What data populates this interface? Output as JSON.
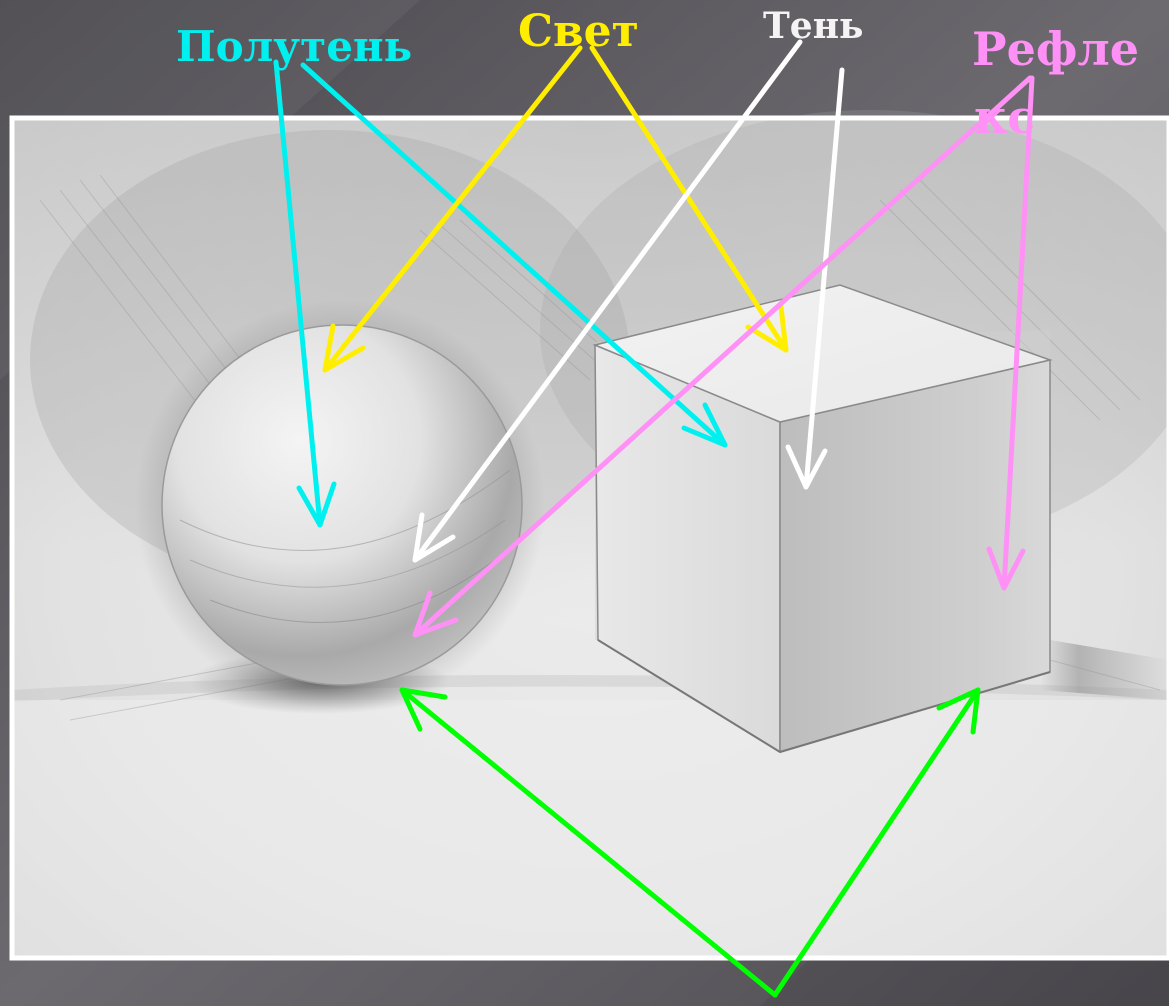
{
  "labels": {
    "halftone": "Полутень",
    "light": "Свет",
    "shadow": "Тень",
    "reflex_line1": "Рефле",
    "reflex_line2": "кс"
  },
  "colors": {
    "halftone": "#00f0f0",
    "light": "#ffee00",
    "shadow": "#ffffff",
    "reflex": "#ff90f5",
    "cast_shadow": "#00ff00",
    "slide_background": "#5a585d",
    "frame": "#ffffff"
  },
  "icons": {
    "sphere": "sphere-drawing",
    "cube": "cube-drawing"
  }
}
